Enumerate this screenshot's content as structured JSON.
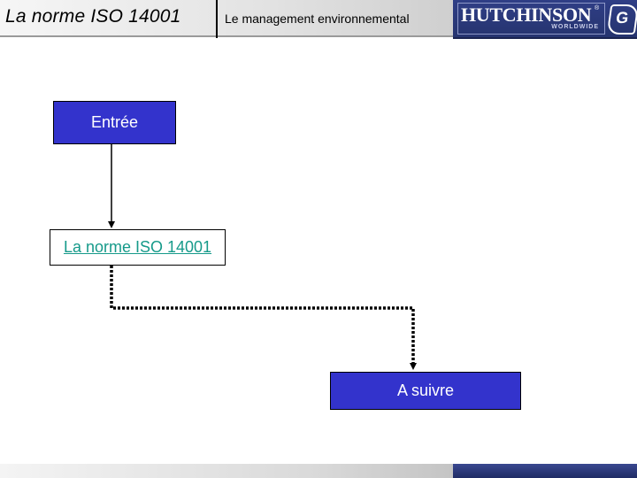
{
  "header": {
    "title": "La norme ISO 14001",
    "subtitle": "Le management environnemental",
    "logo": {
      "name": "HUTCHINSON",
      "registered_mark": "®",
      "tagline": "WORLDWIDE",
      "color": "#2f3e86"
    }
  },
  "diagram": {
    "nodes": {
      "entree": "Entrée",
      "norme": "La norme ISO 14001",
      "suivre": "A suivre"
    },
    "edges": [
      {
        "from": "entree",
        "to": "norme",
        "style": "solid"
      },
      {
        "from": "norme",
        "to": "suivre",
        "style": "dotted"
      }
    ],
    "colors": {
      "node_fill": "#3333cc",
      "link_text": "#169a8a"
    }
  }
}
